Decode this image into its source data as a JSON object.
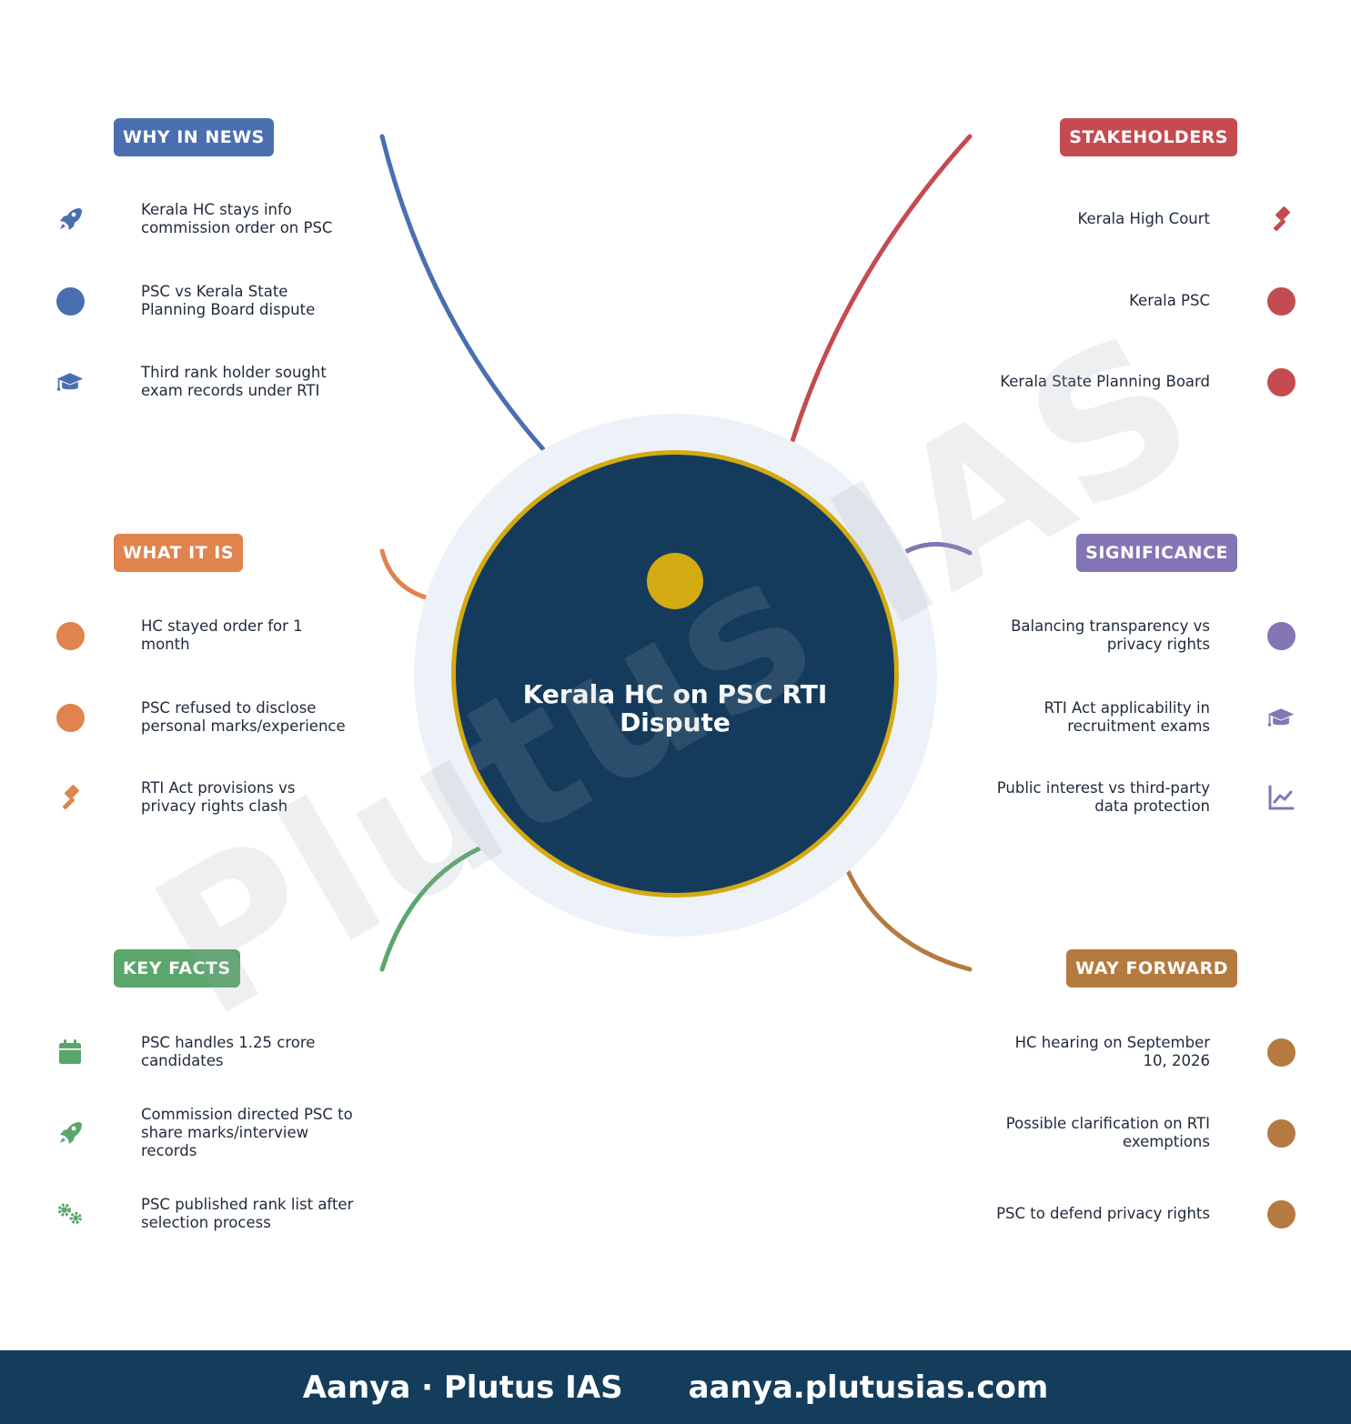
{
  "center": {
    "title": "Kerala HC on PSC RTI Dispute",
    "accent": "#d4aa12",
    "fill": "#143b5c"
  },
  "sections": [
    {
      "id": "why",
      "label": "WHY IN NEWS",
      "color": "#4a6fb0",
      "items": [
        {
          "text": "Kerala HC stays info commission order on PSC",
          "icon": "rocket-icon"
        },
        {
          "text": "PSC vs Kerala State Planning Board dispute",
          "icon": "dot"
        },
        {
          "text": "Third rank holder sought exam records under RTI",
          "icon": "graduation-cap-icon"
        }
      ]
    },
    {
      "id": "stake",
      "label": "STAKEHOLDERS",
      "color": "#c44b4f",
      "items": [
        {
          "text": "Kerala High Court",
          "icon": "gavel-icon"
        },
        {
          "text": "Kerala PSC",
          "icon": "dot"
        },
        {
          "text": "Kerala State Planning Board",
          "icon": "dot"
        }
      ]
    },
    {
      "id": "what",
      "label": "WHAT IT IS",
      "color": "#e0834f",
      "items": [
        {
          "text": "HC stayed order for 1 month",
          "icon": "dot"
        },
        {
          "text": "PSC refused to disclose personal marks/experience",
          "icon": "dot"
        },
        {
          "text": "RTI Act provisions vs privacy rights clash",
          "icon": "gavel-icon"
        }
      ]
    },
    {
      "id": "sig",
      "label": "SIGNIFICANCE",
      "color": "#8475b5",
      "items": [
        {
          "text": "Balancing transparency vs privacy rights",
          "icon": "dot"
        },
        {
          "text": "RTI Act applicability in recruitment exams",
          "icon": "graduation-cap-icon"
        },
        {
          "text": "Public interest vs third-party data protection",
          "icon": "chart-line-icon"
        }
      ]
    },
    {
      "id": "facts",
      "label": "KEY FACTS",
      "color": "#5ba66b",
      "items": [
        {
          "text": "PSC handles 1.25 crore candidates",
          "icon": "calendar-icon"
        },
        {
          "text": "Commission directed PSC to share marks/interview records",
          "icon": "rocket-icon"
        },
        {
          "text": "PSC published rank list after selection process",
          "icon": "gears-icon"
        }
      ]
    },
    {
      "id": "way",
      "label": "WAY FORWARD",
      "color": "#b57a3f",
      "items": [
        {
          "text": "HC hearing on September 10, 2026",
          "icon": "dot"
        },
        {
          "text": "Possible clarification on RTI exemptions",
          "icon": "dot"
        },
        {
          "text": "PSC to defend privacy rights",
          "icon": "dot"
        }
      ]
    }
  ],
  "footer": {
    "brand": "Aanya · Plutus IAS",
    "site": "aanya.plutusias.com"
  },
  "watermark": "Plutus IAS"
}
